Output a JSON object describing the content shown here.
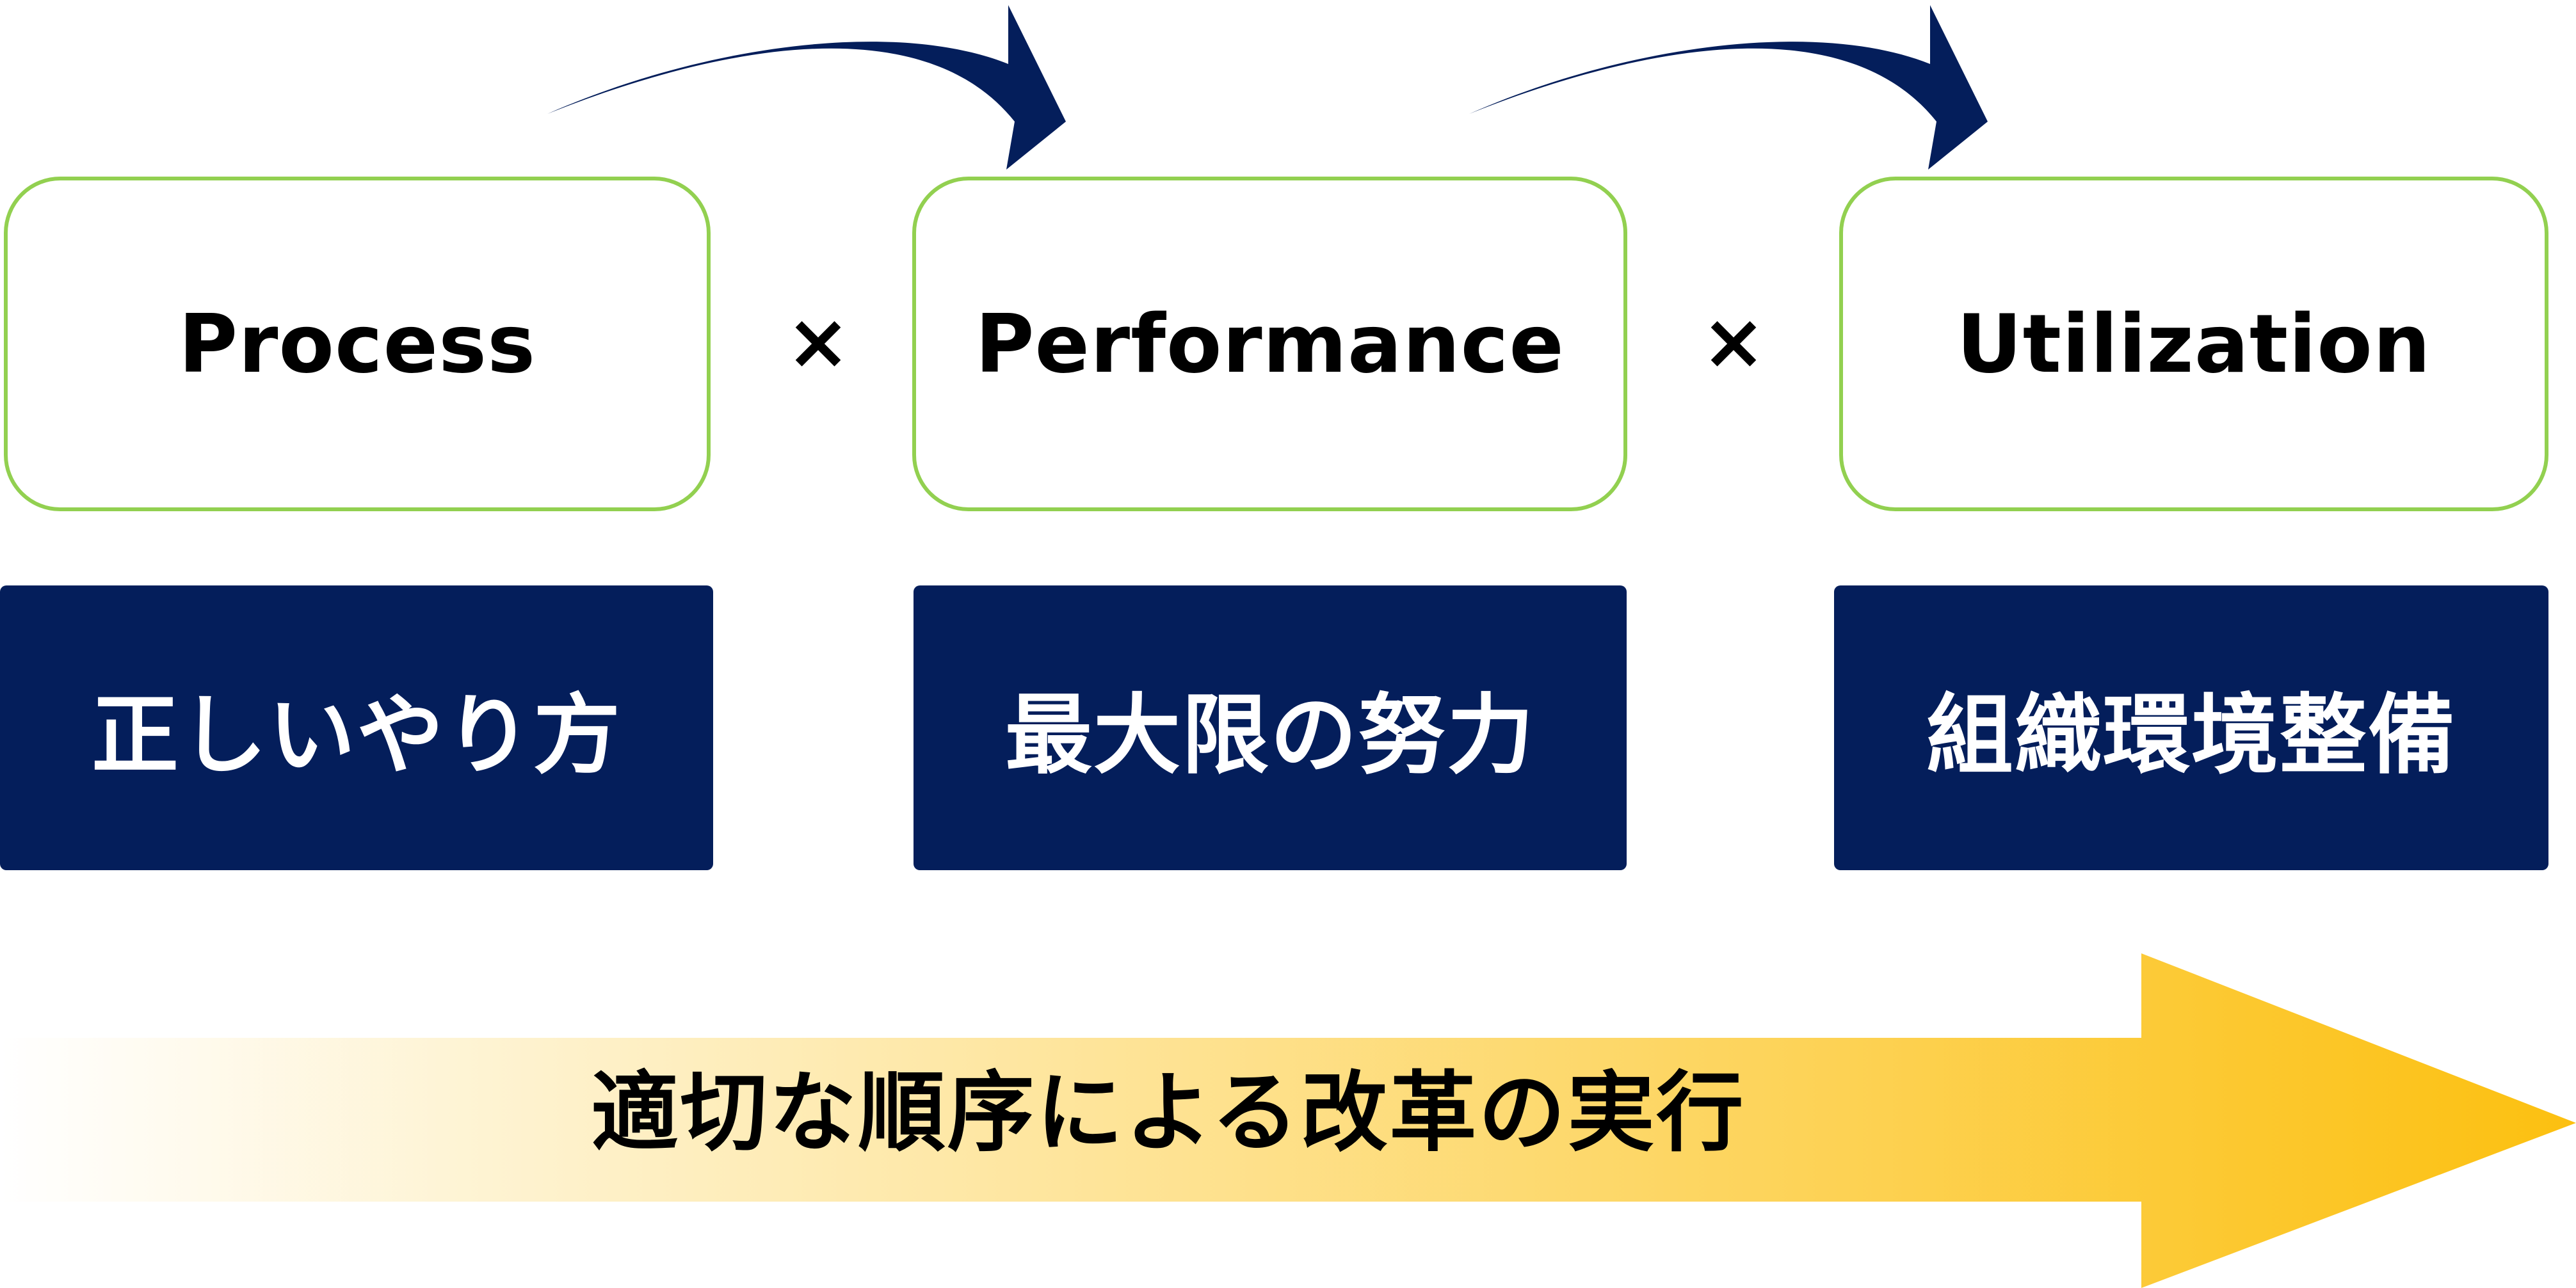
{
  "colors": {
    "box_border": "#92d050",
    "navy": "#041e5b",
    "arrow_gold": "#fcc010",
    "arrow_fade": "#ffffff"
  },
  "steps": [
    {
      "label": "Process"
    },
    {
      "label": "Performance"
    },
    {
      "label": "Utilization"
    }
  ],
  "operator": "×",
  "meanings": [
    {
      "label": "正しいやり方"
    },
    {
      "label": "最大限の努力"
    },
    {
      "label": "組織環境整備"
    }
  ],
  "banner": {
    "label": "適切な順序による改革の実行"
  }
}
